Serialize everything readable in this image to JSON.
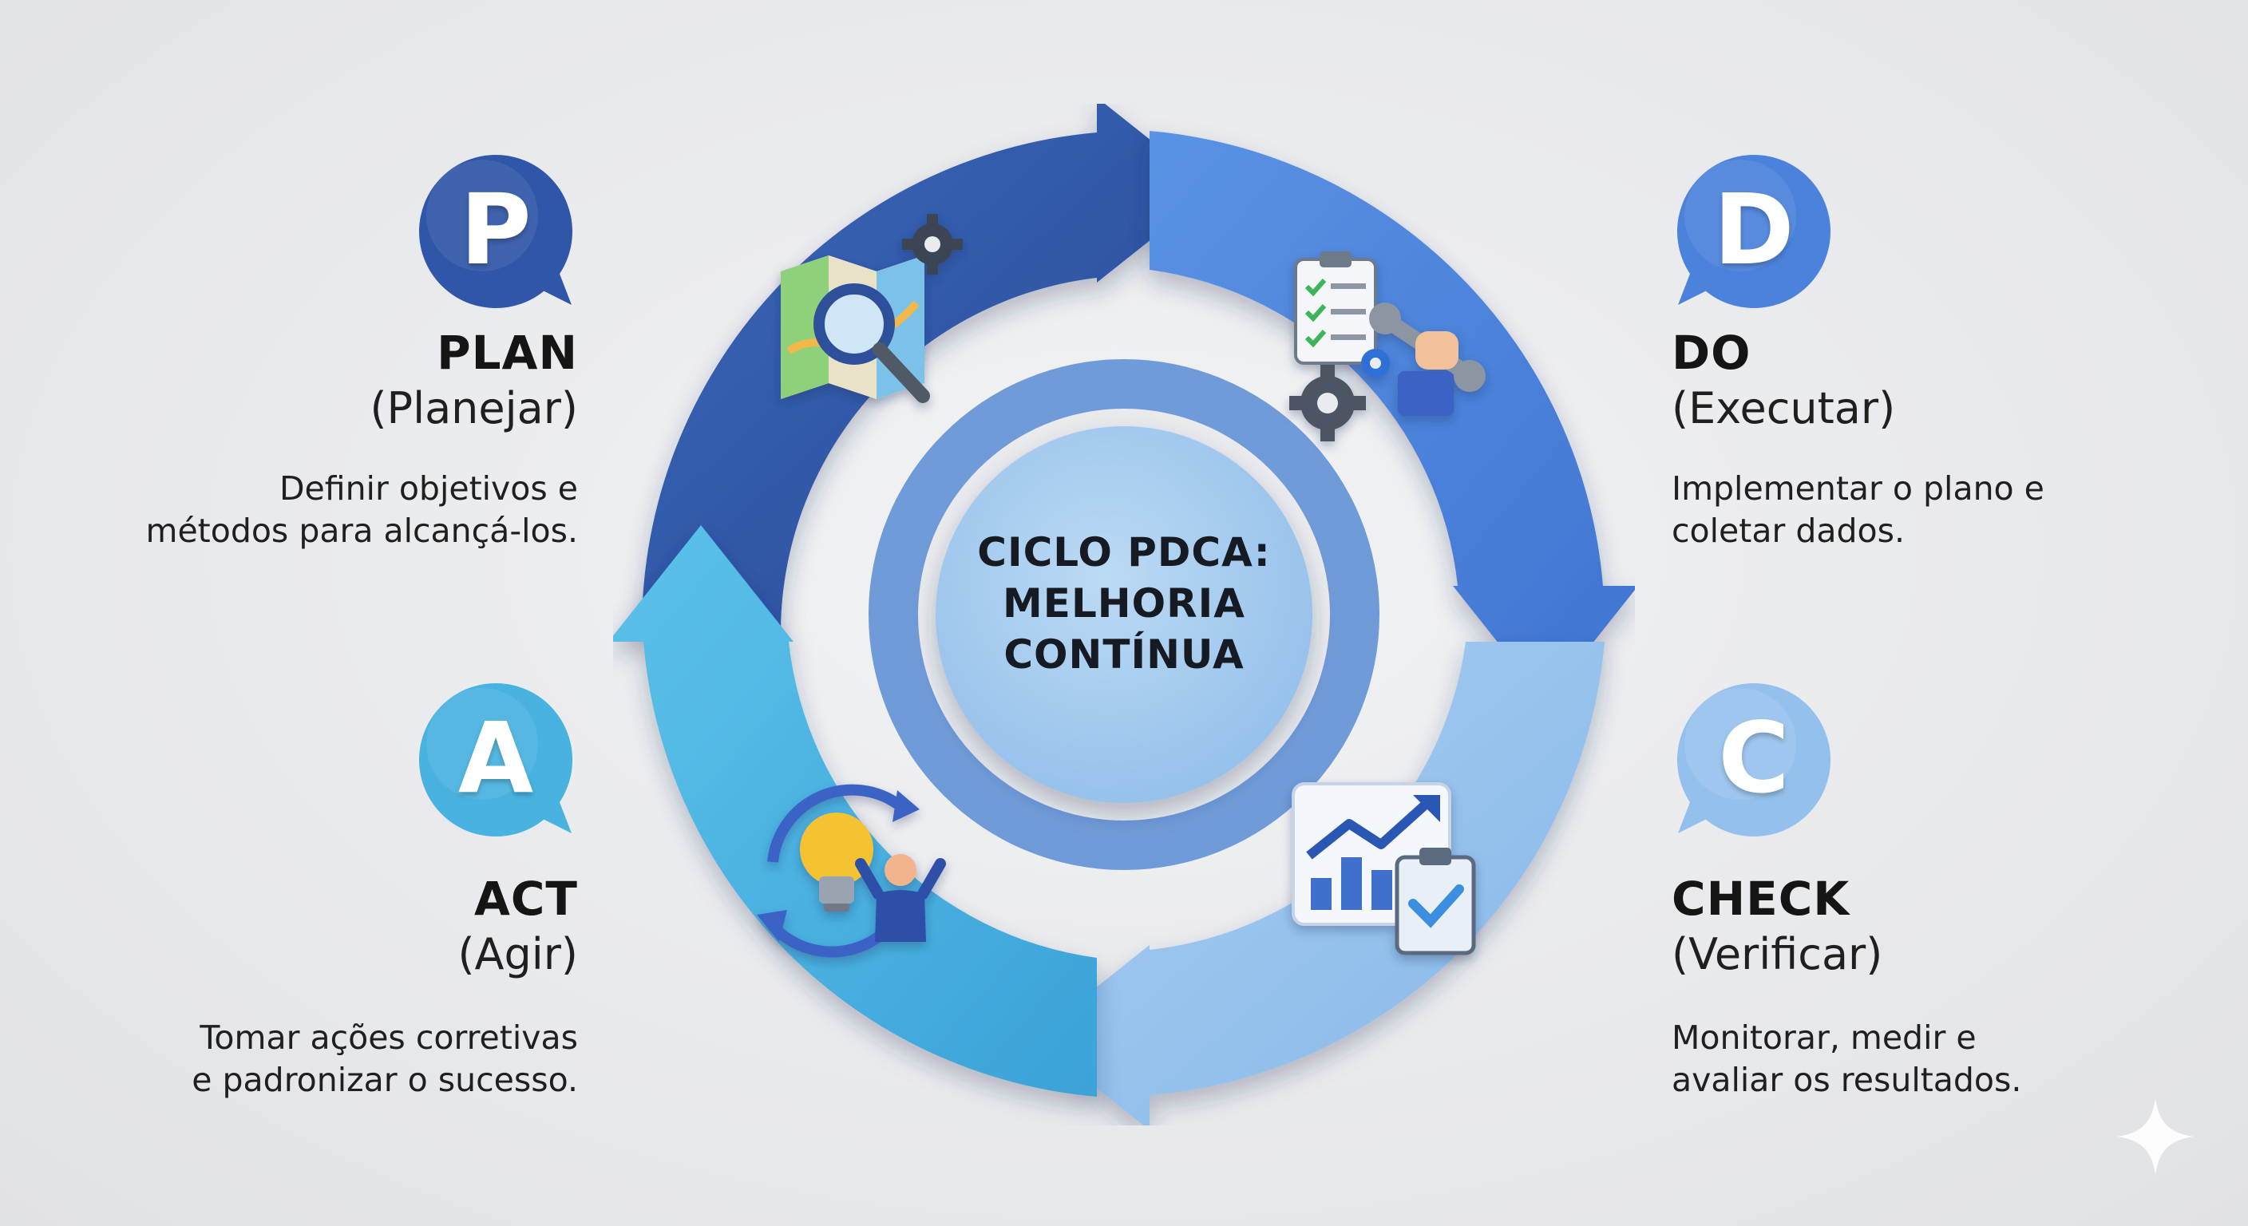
{
  "center": {
    "line1": "CICLO PDCA:",
    "line2": "MELHORIA",
    "line3": "CONTÍNUA"
  },
  "phases": {
    "plan": {
      "letter": "P",
      "title": "PLAN",
      "subtitle": "(Planejar)",
      "desc_line1": "Definir objetivos e",
      "desc_line2": "métodos para alcançá-los.",
      "color": "#2f56a8",
      "icon": "map-magnifier-gear-icon"
    },
    "do": {
      "letter": "D",
      "title": "DO",
      "subtitle": "(Executar)",
      "desc_line1": "Implementar o plano e",
      "desc_line2": "coletar dados.",
      "color": "#4a82dc",
      "icon": "checklist-wrench-gears-icon"
    },
    "check": {
      "letter": "C",
      "title": "CHECK",
      "subtitle": "(Verificar)",
      "desc_line1": "Monitorar, medir e",
      "desc_line2": "avaliar os resultados.",
      "color": "#93c0ec",
      "icon": "growth-chart-clipboard-icon"
    },
    "act": {
      "letter": "A",
      "title": "ACT",
      "subtitle": "(Agir)",
      "desc_line1": "Tomar ações corretivas",
      "desc_line2": "e padronizar o sucesso.",
      "color": "#48b2e0",
      "icon": "lightbulb-cycle-person-icon"
    }
  },
  "colors": {
    "background": "#eaebee",
    "center_disc": "#a9cdee",
    "hub_ring": "#7aa6df"
  }
}
